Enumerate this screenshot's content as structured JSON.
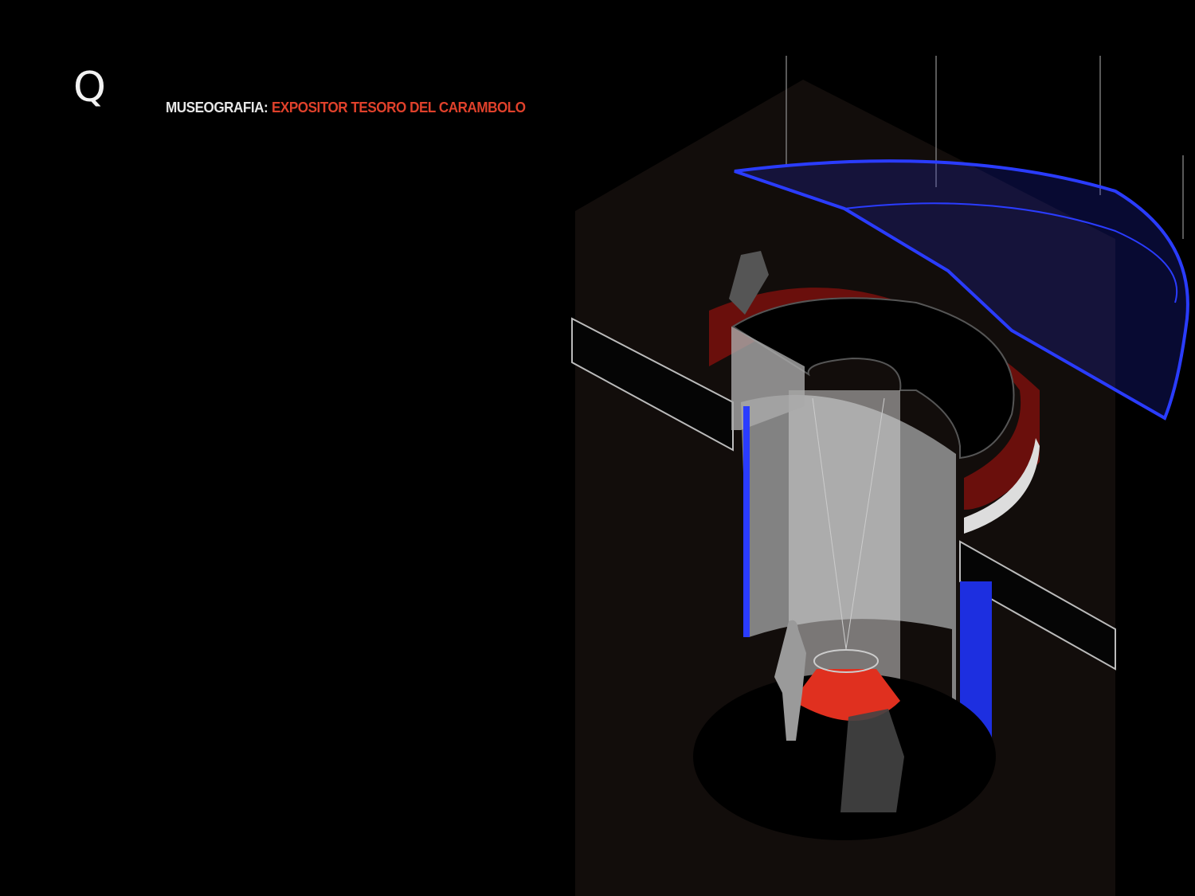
{
  "logo": "Q",
  "title": {
    "prefix": "MUSEOGRAFIA:",
    "subject": "EXPOSITOR TESORO  DEL CARAMBOLO"
  },
  "colors": {
    "accent_red": "#e0412b",
    "accent_blue": "#2a3cff",
    "background": "#000000"
  }
}
